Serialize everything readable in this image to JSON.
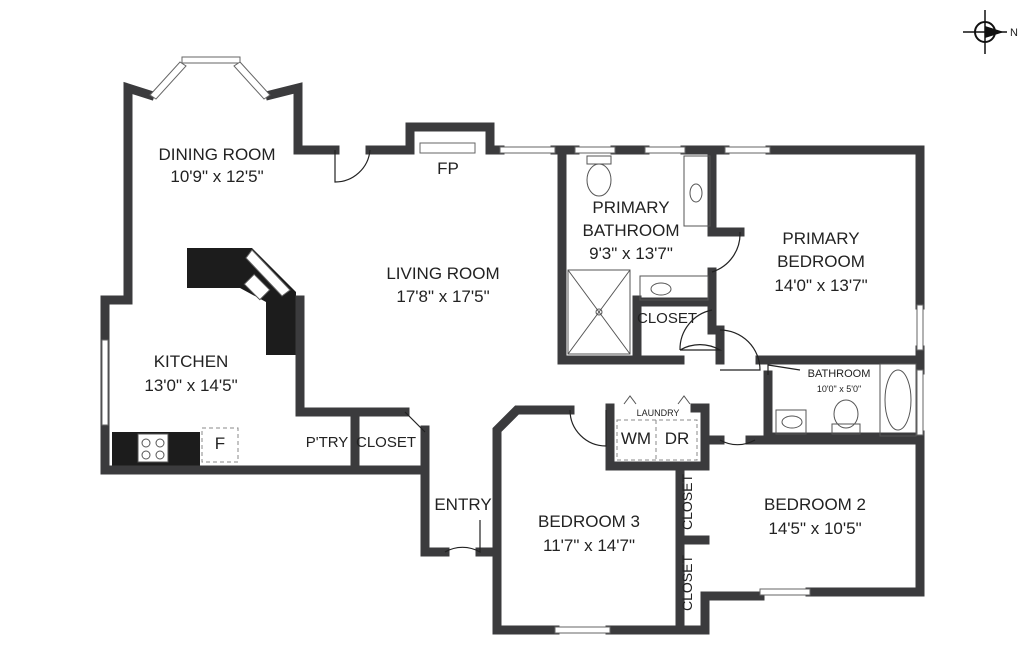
{
  "compass": {
    "label": "N"
  },
  "rooms": {
    "dining": {
      "name": "DINING ROOM",
      "size": "10'9\" x 12'5\""
    },
    "living": {
      "name": "LIVING ROOM",
      "size": "17'8\" x 17'5\""
    },
    "fireplace": {
      "name": "FP"
    },
    "kitchen": {
      "name": "KITCHEN",
      "size": "13'0\" x 14'5\""
    },
    "fridge": {
      "name": "F"
    },
    "pantry": {
      "name": "P'TRY"
    },
    "closet_entry": {
      "name": "CLOSET"
    },
    "entry": {
      "name": "ENTRY"
    },
    "primary_bath": {
      "name1": "PRIMARY",
      "name2": "BATHROOM",
      "size": "9'3\" x 13'7\""
    },
    "primary_bed": {
      "name1": "PRIMARY",
      "name2": "BEDROOM",
      "size": "14'0\" x 13'7\""
    },
    "primary_closet": {
      "name": "CLOSET"
    },
    "bathroom": {
      "name": "BATHROOM",
      "size": "10'0\" x 5'0\""
    },
    "laundry": {
      "name": "LAUNDRY",
      "wm": "WM",
      "dr": "DR"
    },
    "bedroom3": {
      "name": "BEDROOM 3",
      "size": "11'7\" x 14'7\""
    },
    "bedroom2": {
      "name": "BEDROOM 2",
      "size": "14'5\" x 10'5\""
    },
    "closet_b3a": {
      "name": "CLOSET"
    },
    "closet_b3b": {
      "name": "CLOSET"
    }
  },
  "colors": {
    "wall": "#3b3b3d",
    "counter": "#1c1c1c"
  }
}
